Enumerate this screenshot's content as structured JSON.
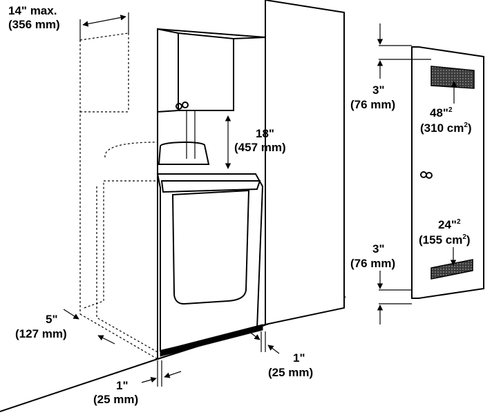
{
  "dimensions": {
    "top_depth": {
      "line1": "14\" max.",
      "line2": "(356 mm)"
    },
    "cabinet_clearance": {
      "line1": "18\"",
      "line2": "(457 mm)"
    },
    "side_clearance": {
      "line1": "5\"",
      "line2": "(127 mm)"
    },
    "front_clearance": {
      "line1": "1\"",
      "line2": "(25 mm)"
    },
    "rear_clearance": {
      "line1": "1\"",
      "line2": "(25 mm)"
    }
  },
  "door": {
    "top_vent_offset": {
      "line1": "3\"",
      "line2": "(76 mm)"
    },
    "top_vent_area": {
      "line1": "48\"",
      "sup1": "2",
      "line2": "(310 cm",
      "sup2": "2",
      "line2_end": ")"
    },
    "bottom_vent_area": {
      "line1": "24\"",
      "sup1": "2",
      "line2": "(155 cm",
      "sup2": "2",
      "line2_end": ")"
    },
    "bottom_vent_offset": {
      "line1": "3\"",
      "line2": "(76 mm)"
    }
  }
}
